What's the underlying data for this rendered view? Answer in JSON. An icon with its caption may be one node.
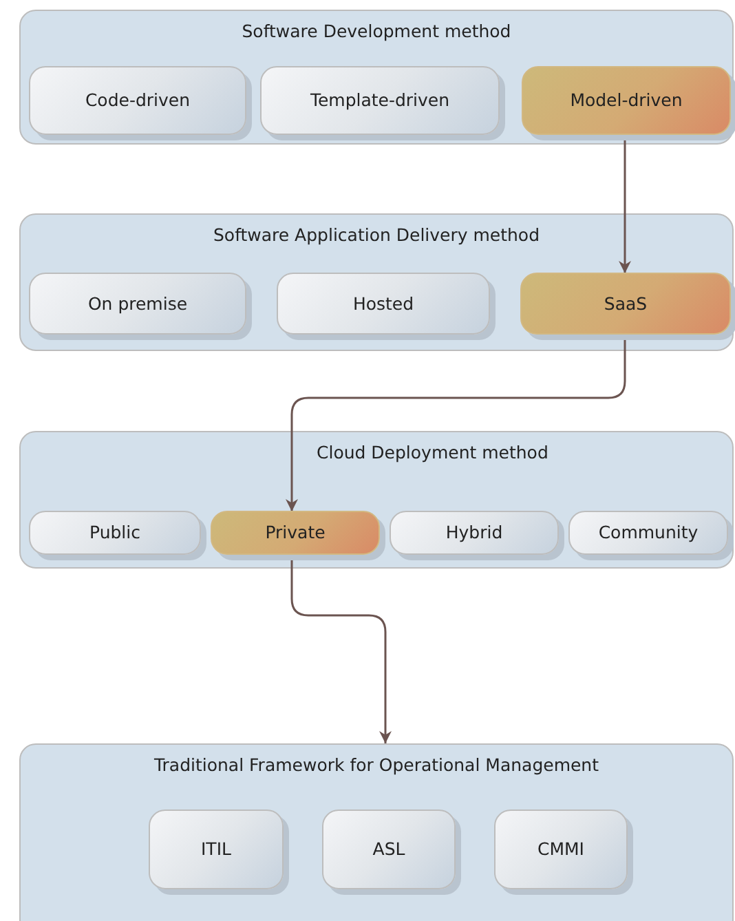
{
  "diagram": {
    "nodes": [
      {
        "text": [
          "Software Development method"
        ]
      },
      {
        "text": [
          "Code-driven"
        ],
        "in": 0
      },
      {
        "text": [
          "Template-driven"
        ],
        "in": 0
      },
      {
        "text": [
          "Model-driven"
        ],
        "in": 0
      },
      {
        "text": [
          "Software Application Delivery method"
        ]
      },
      {
        "text": [
          "On premise"
        ],
        "in": 4
      },
      {
        "text": [
          "Hosted"
        ],
        "in": 4
      },
      {
        "text": [
          "SaaS"
        ],
        "in": 4
      },
      {
        "text": [
          "Cloud Deployment method"
        ]
      },
      {
        "text": [
          "Public"
        ],
        "in": 8
      },
      {
        "text": [
          "Private"
        ],
        "in": 8
      },
      {
        "text": [
          "Hybrid"
        ],
        "in": 8
      },
      {
        "text": [
          "Community"
        ],
        "in": 8
      },
      {
        "text": [
          "Traditional Framework for Operational Management"
        ]
      },
      {
        "text": [
          "ITIL"
        ],
        "in": 13
      },
      {
        "text": [
          "ASL"
        ],
        "in": 13
      },
      {
        "text": [
          "CMMI"
        ],
        "in": 13
      }
    ],
    "edges": [
      {
        "from": 3,
        "to": 7,
        "arrow": "to"
      },
      {
        "from": 7,
        "to": 10,
        "arrow": "to"
      },
      {
        "from": 10,
        "to": 13,
        "arrow": "to"
      }
    ]
  }
}
